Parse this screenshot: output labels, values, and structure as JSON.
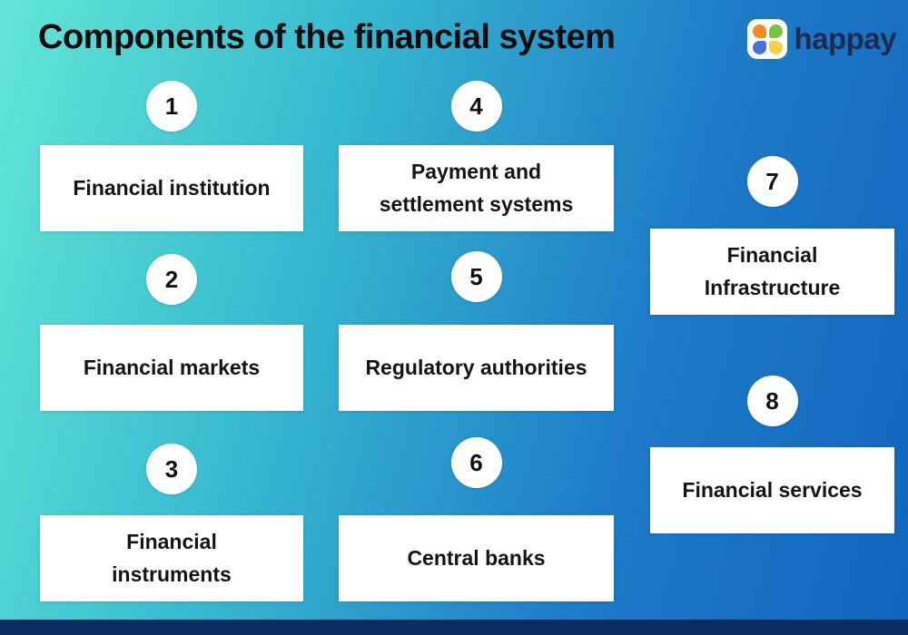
{
  "title": "Components of the financial system",
  "logo": {
    "brand": "happay"
  },
  "items": [
    {
      "number": "1",
      "label": "Financial institution"
    },
    {
      "number": "2",
      "label": "Financial markets"
    },
    {
      "number": "3",
      "label": "Financial\ninstruments"
    },
    {
      "number": "4",
      "label": "Payment and\nsettlement systems"
    },
    {
      "number": "5",
      "label": "Regulatory authorities"
    },
    {
      "number": "6",
      "label": "Central banks"
    },
    {
      "number": "7",
      "label": "Financial\nInfrastructure"
    },
    {
      "number": "8",
      "label": "Financial services"
    }
  ],
  "colors": {
    "gradient_start": "#63e6d6",
    "gradient_end": "#1164bd",
    "bottom_bar": "#0a2c5e",
    "card_bg": "#ffffff",
    "text": "#141414",
    "logo_dot_orange": "#f6891f",
    "logo_dot_green": "#7cc242",
    "logo_dot_blue": "#4a6fdc",
    "logo_dot_yellow": "#f8cf40",
    "logo_text": "#1d2b50"
  }
}
